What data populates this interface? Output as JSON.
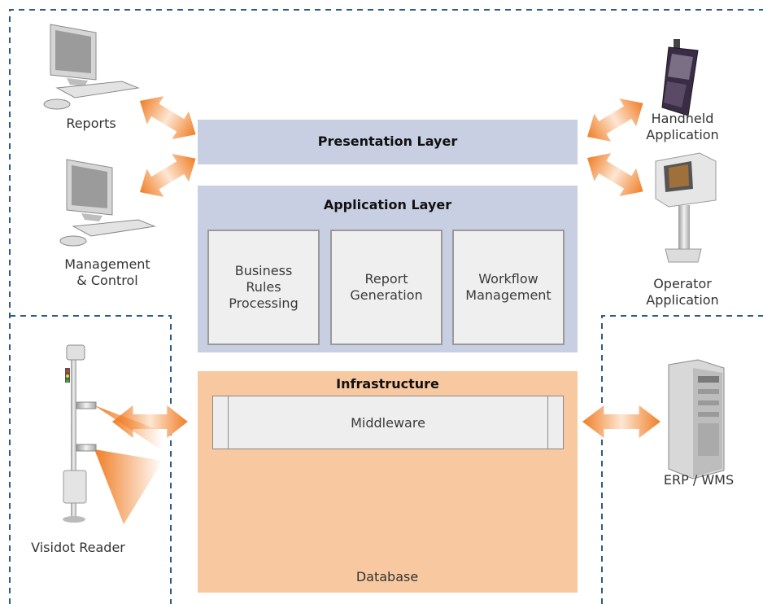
{
  "layers": {
    "presentation": "Presentation Layer",
    "application": "Application Layer",
    "infrastructure": "Infrastructure"
  },
  "application_modules": [
    "Business\nRules\nProcessing",
    "Report\nGeneration",
    "Workflow\nManagement"
  ],
  "middleware": "Middleware",
  "database": "Database",
  "devices": {
    "reports": "Reports",
    "management": "Management\n& Control",
    "handheld": "Handheld\nApplication",
    "operator": "Operator\nApplication",
    "reader": "Visidot Reader",
    "erp": "ERP / WMS"
  },
  "colors": {
    "layer_blue": "#c9cfe3",
    "infrastructure_orange": "#f8c9a0",
    "arrow_orange": "#f07e26",
    "dashed_border": "#2d5a88"
  }
}
